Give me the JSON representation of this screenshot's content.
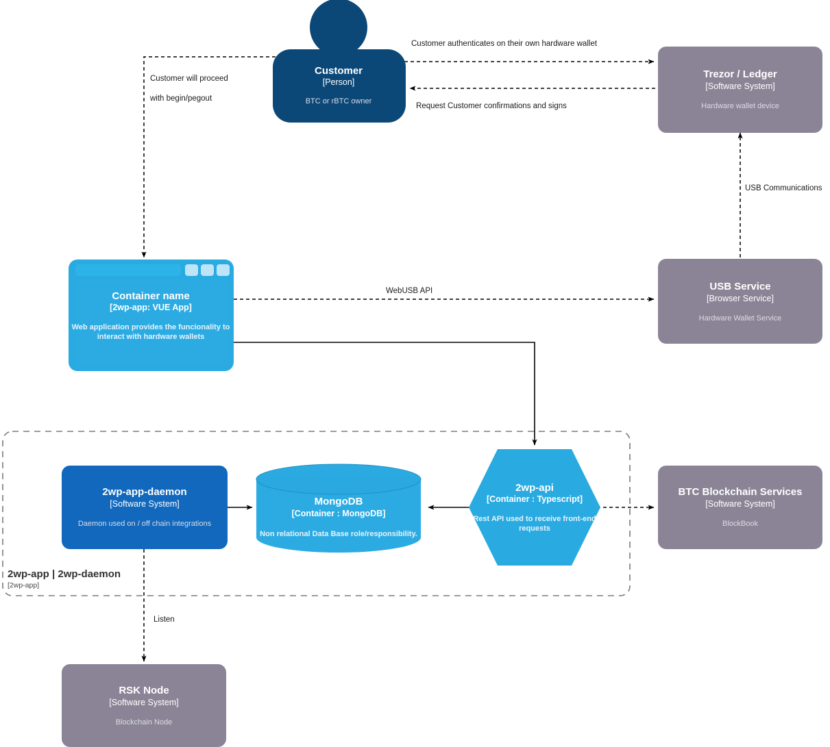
{
  "diagram": {
    "type": "c4-container-diagram",
    "colors": {
      "person_blue": "#0b4878",
      "container_blue": "#29abe2",
      "system_blue": "#1168bd",
      "external_gray": "#8b8496",
      "line": "#000000",
      "boundary": "#7a7a7a",
      "background": "#ffffff"
    }
  },
  "nodes": {
    "customer": {
      "shape": "person",
      "title": "Customer",
      "type": "[Person]",
      "description": "BTC or rBTC owner"
    },
    "trezor_ledger": {
      "shape": "rounded-rect",
      "title": "Trezor / Ledger",
      "type": "[Software System]",
      "description": "Hardware wallet device"
    },
    "container_name": {
      "shape": "browser-window",
      "title": "Container name",
      "type": "[2wp-app: VUE App]",
      "description": "Web application provides the funcionality to interact with hardware wallets"
    },
    "usb_service": {
      "shape": "rounded-rect",
      "title": "USB Service",
      "type": "[Browser Service]",
      "description": "Hardware Wallet Service"
    },
    "twp_app_daemon": {
      "shape": "rounded-rect",
      "title": "2wp-app-daemon",
      "type": "[Software System]",
      "description": "Daemon used on / off chain integrations"
    },
    "mongodb": {
      "shape": "cylinder",
      "title": "MongoDB",
      "type": "[Container : MongoDB]",
      "description": "Non relational Data Base role/responsibility."
    },
    "twp_api": {
      "shape": "hexagon",
      "title": "2wp-api",
      "type": "[Container : Typescript]",
      "description_line1": "Rest API used to receive front-end",
      "description_line2": "requests"
    },
    "btc_blockchain_services": {
      "shape": "rounded-rect",
      "title": "BTC Blockchain Services",
      "type": "[Software System]",
      "description": "BlockBook"
    },
    "rsk_node": {
      "shape": "rounded-rect",
      "title": "RSK Node",
      "type": "[Software System]",
      "description": "Blockchain Node"
    }
  },
  "boundary": {
    "title": "2wp-app | 2wp-daemon",
    "subtitle": "[2wp-app]"
  },
  "edges": {
    "customer_to_trezor": {
      "label": "Customer authenticates on their own hardware wallet",
      "style": "dashed",
      "direction": "customer -> trezor_ledger"
    },
    "trezor_to_customer": {
      "label": "Request Customer confirmations and signs",
      "style": "dashed",
      "direction": "trezor_ledger -> customer"
    },
    "customer_to_app_line1": {
      "label": "Customer will proceed",
      "style": "dashed",
      "direction": "customer -> container_name"
    },
    "customer_to_app_line2": {
      "label": "with begin/pegout",
      "style": "dashed",
      "direction": "customer -> container_name"
    },
    "usb_to_trezor": {
      "label": "USB Communications",
      "style": "dashed",
      "direction": "usb_service -> trezor_ledger"
    },
    "app_to_usb": {
      "label": "WebUSB API",
      "style": "dashed",
      "direction": "container_name -> usb_service"
    },
    "app_to_api": {
      "label": "",
      "style": "solid",
      "direction": "container_name -> twp_api"
    },
    "daemon_to_mongo": {
      "label": "",
      "style": "solid",
      "direction": "twp_app_daemon -> mongodb"
    },
    "api_to_mongo": {
      "label": "",
      "style": "solid",
      "direction": "twp_api -> mongodb"
    },
    "api_to_btc": {
      "label": "",
      "style": "dashed",
      "direction": "twp_api -> btc_blockchain_services"
    },
    "daemon_to_rsk": {
      "label": "Listen",
      "style": "dashed",
      "direction": "twp_app_daemon -> rsk_node"
    }
  }
}
